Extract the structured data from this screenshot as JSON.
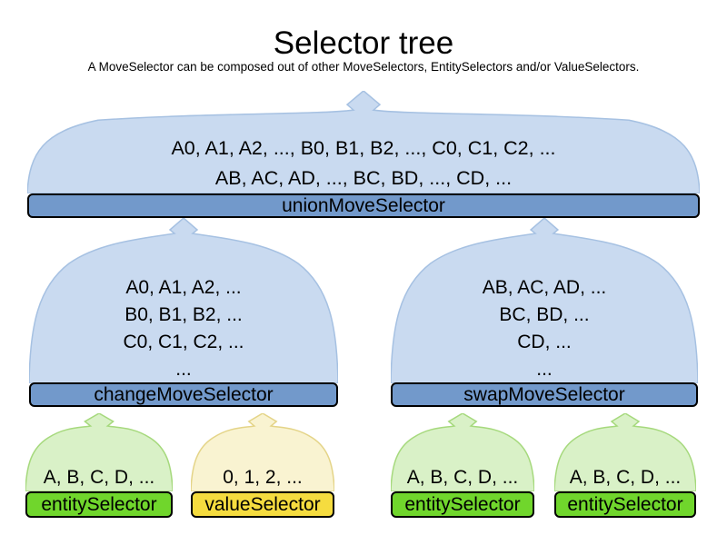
{
  "title": "Selector tree",
  "subtitle": "A MoveSelector can be composed out of other MoveSelectors, EntitySelectors and/or ValueSelectors.",
  "colors": {
    "funnel_blue_fill": "#c9daf0",
    "funnel_blue_stroke": "#a6c1e2",
    "bar_blue_fill": "#7299cb",
    "funnel_green_fill": "#d9f1c7",
    "funnel_green_stroke": "#a6d97d",
    "bar_green_fill": "#70d62c",
    "funnel_yellow_fill": "#f9f3d1",
    "funnel_yellow_stroke": "#e4d488",
    "bar_yellow_fill": "#f5dc3f"
  },
  "nodes": {
    "union": {
      "label": "unionMoveSelector",
      "lines": [
        "A0, A1, A2, ..., B0, B1, B2, ..., C0, C1, C2, ...",
        "AB, AC, AD, ..., BC, BD, ..., CD, ..."
      ]
    },
    "change": {
      "label": "changeMoveSelector",
      "lines": [
        "A0, A1, A2, ...",
        "B0, B1, B2, ...",
        "C0, C1, C2, ...",
        "..."
      ]
    },
    "swap": {
      "label": "swapMoveSelector",
      "lines": [
        "AB, AC, AD, ...",
        "BC, BD, ...",
        "CD, ...",
        "..."
      ]
    },
    "entity1": {
      "label": "entitySelector",
      "lines": [
        "A, B, C, D, ..."
      ]
    },
    "value1": {
      "label": "valueSelector",
      "lines": [
        "0, 1, 2, ..."
      ]
    },
    "entity2": {
      "label": "entitySelector",
      "lines": [
        "A, B, C, D, ..."
      ]
    },
    "entity3": {
      "label": "entitySelector",
      "lines": [
        "A, B, C, D, ..."
      ]
    }
  }
}
